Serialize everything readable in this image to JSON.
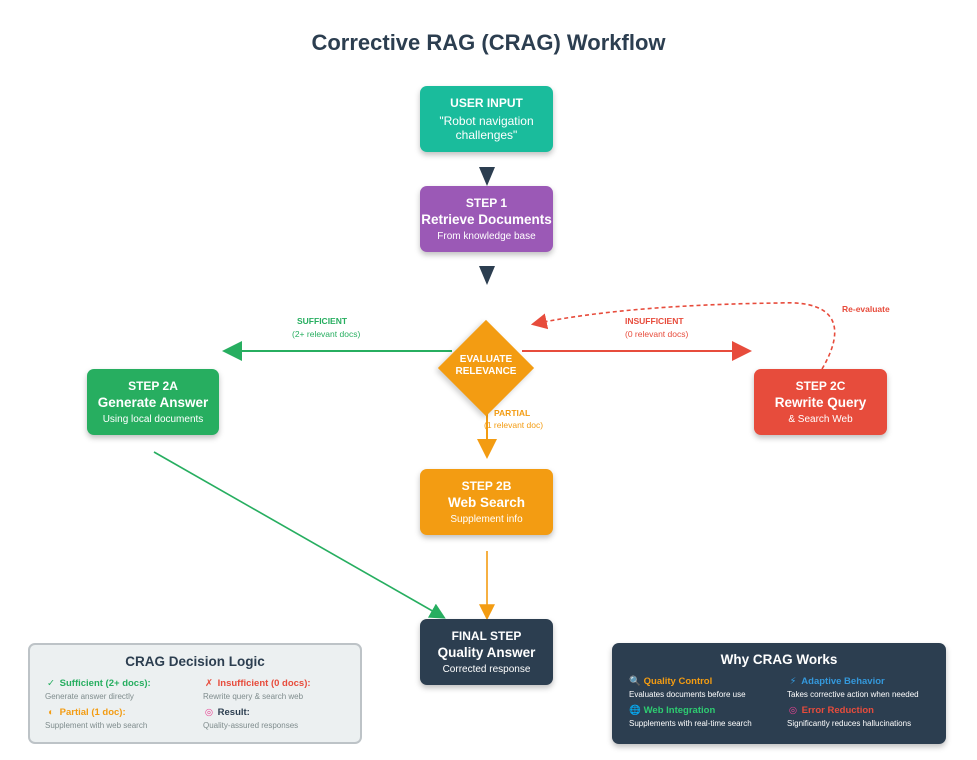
{
  "title": "Corrective RAG (CRAG) Workflow",
  "colors": {
    "teal": "#1abc9c",
    "purple": "#9b59b6",
    "green": "#27ae60",
    "orange": "#f39c12",
    "red": "#e74c3c",
    "navy": "#2c3e50",
    "arrow_dark": "#2c3e50"
  },
  "nodes": {
    "user_input": {
      "title": "USER INPUT",
      "query": "\"Robot navigation challenges\""
    },
    "step1": {
      "label": "STEP 1",
      "title": "Retrieve Documents",
      "sub": "From knowledge base"
    },
    "evaluate": {
      "line1": "EVALUATE",
      "line2": "RELEVANCE"
    },
    "step2a": {
      "label": "STEP 2A",
      "title": "Generate Answer",
      "sub": "Using local documents"
    },
    "step2b": {
      "label": "STEP 2B",
      "title": "Web Search",
      "sub": "Supplement info"
    },
    "step2c": {
      "label": "STEP 2C",
      "title": "Rewrite Query",
      "sub": "& Search Web"
    },
    "final": {
      "label": "FINAL STEP",
      "title": "Quality Answer",
      "sub": "Corrected response"
    }
  },
  "edges": {
    "sufficient": {
      "label": "SUFFICIENT",
      "sub": "(2+ relevant docs)"
    },
    "insufficient": {
      "label": "INSUFFICIENT",
      "sub": "(0 relevant docs)"
    },
    "partial": {
      "label": "PARTIAL",
      "sub": "(1 relevant doc)"
    },
    "reevaluate": {
      "label": "Re-evaluate"
    }
  },
  "logic": {
    "heading": "CRAG Decision Logic",
    "items": [
      {
        "icon": "✓",
        "icon_name": "check-icon",
        "title": "Sufficient (2+ docs):",
        "desc": "Generate answer directly",
        "color": "#27ae60"
      },
      {
        "icon": "✗",
        "icon_name": "cross-icon",
        "title": "Insufficient (0 docs):",
        "desc": "Rewrite query & search web",
        "color": "#e74c3c"
      },
      {
        "icon": "◐",
        "icon_name": "half-circle-icon",
        "title": "Partial (1 doc):",
        "desc": "Supplement with web search",
        "color": "#f39c12"
      },
      {
        "icon": "◎",
        "icon_name": "target-icon",
        "title": "Result:",
        "desc": "Quality-assured responses",
        "color": "#2c3e50"
      }
    ]
  },
  "why": {
    "heading": "Why CRAG Works",
    "items": [
      {
        "icon": "🔍",
        "icon_name": "magnifier-icon",
        "title": "Quality Control",
        "desc": "Evaluates documents before use",
        "color": "#f39c12"
      },
      {
        "icon": "⚡",
        "icon_name": "lightning-icon",
        "title": "Adaptive Behavior",
        "desc": "Takes corrective action when needed",
        "color": "#3498db"
      },
      {
        "icon": "🌐",
        "icon_name": "globe-icon",
        "title": "Web Integration",
        "desc": "Supplements with real-time search",
        "color": "#2ecc71"
      },
      {
        "icon": "◎",
        "icon_name": "target-icon",
        "title": "Error Reduction",
        "desc": "Significantly reduces hallucinations",
        "color": "#e74c3c"
      }
    ]
  }
}
